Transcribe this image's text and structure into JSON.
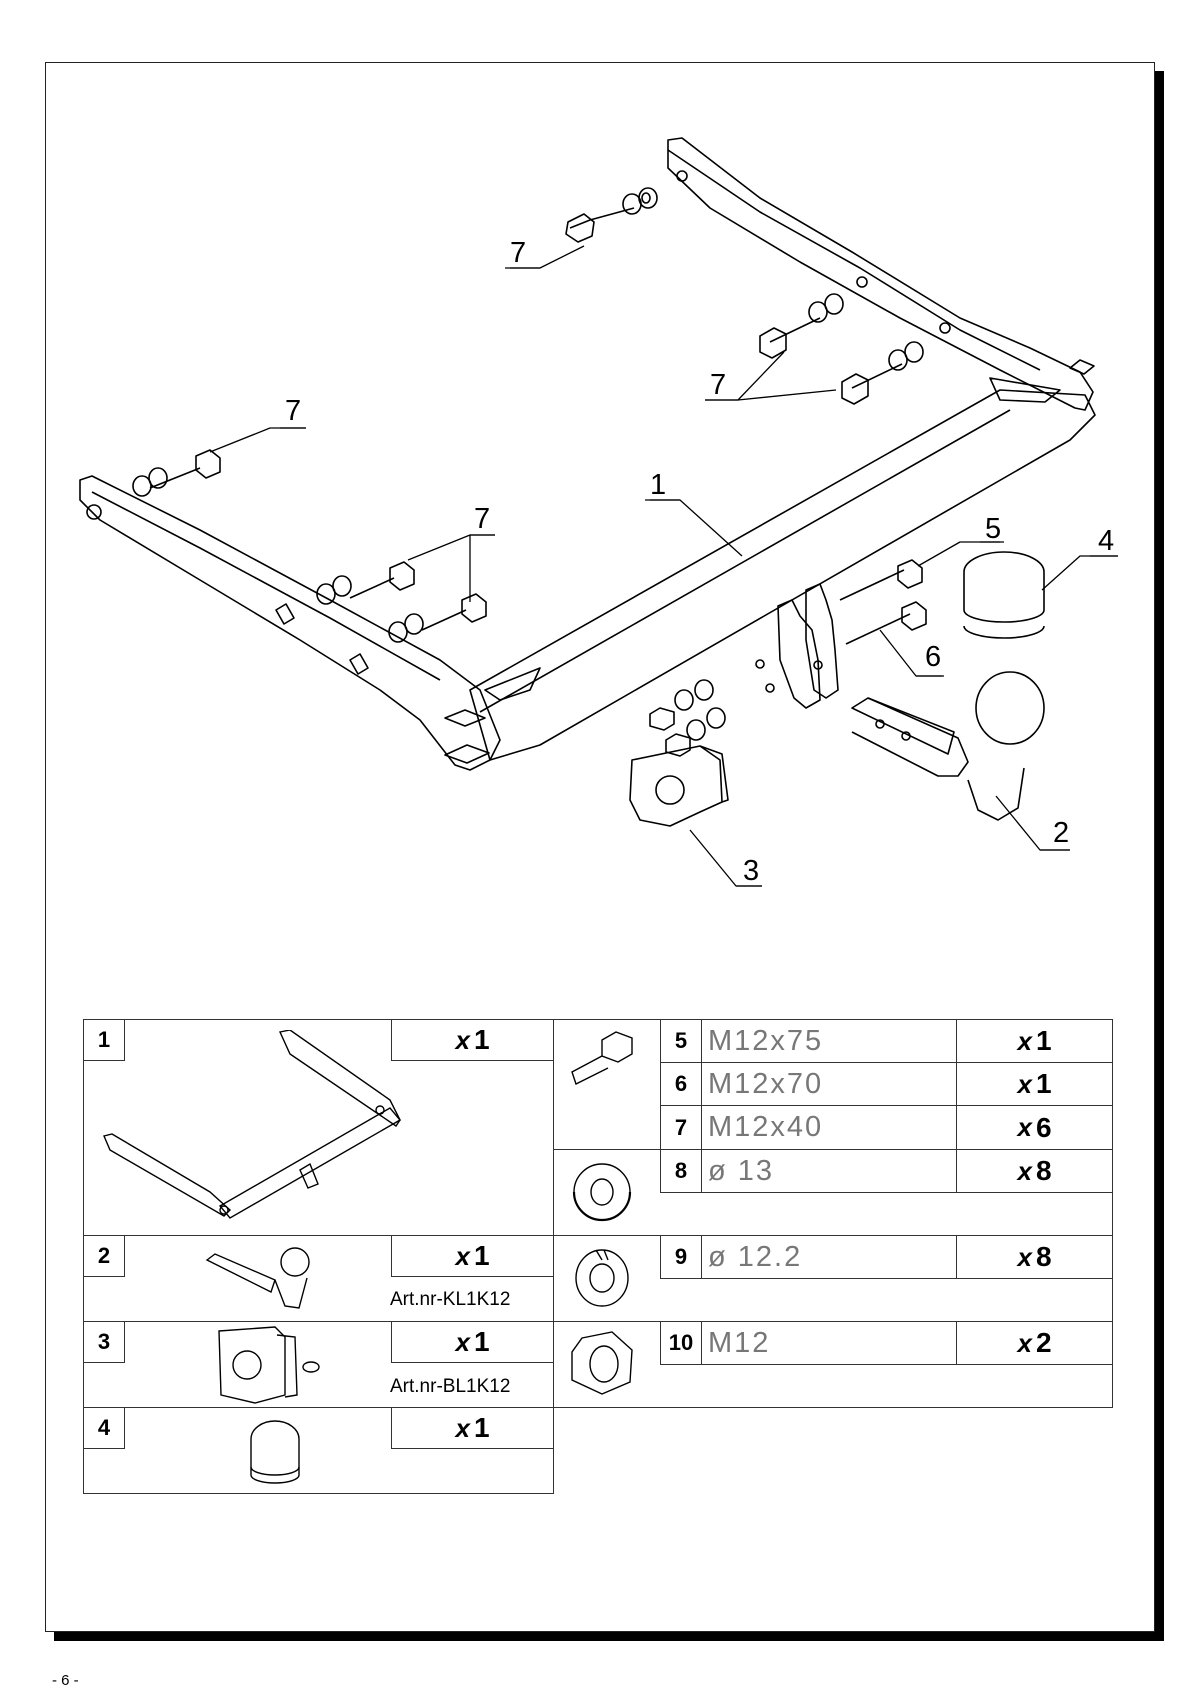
{
  "page": {
    "number": "- 6 -"
  },
  "callouts": [
    "1",
    "2",
    "3",
    "4",
    "5",
    "6",
    "7"
  ],
  "parts": [
    {
      "no": "1",
      "x": "x",
      "qty": "1"
    },
    {
      "no": "2",
      "x": "x",
      "qty": "1",
      "art": "Art.nr-KL1K12"
    },
    {
      "no": "3",
      "x": "x",
      "qty": "1",
      "art": "Art.nr-BL1K12"
    },
    {
      "no": "4",
      "x": "x",
      "qty": "1"
    }
  ],
  "hardware": [
    {
      "no": "5",
      "spec": "M12x75",
      "x": "x",
      "qty": "1"
    },
    {
      "no": "6",
      "spec": "M12x70",
      "x": "x",
      "qty": "1"
    },
    {
      "no": "7",
      "spec": "M12x40",
      "x": "x",
      "qty": "6"
    },
    {
      "no": "8",
      "spec": "ø 13",
      "x": "x",
      "qty": "8"
    },
    {
      "no": "9",
      "spec": "ø 12.2",
      "x": "x",
      "qty": "8"
    },
    {
      "no": "10",
      "spec": "M12",
      "x": "x",
      "qty": "2"
    }
  ],
  "icons": [
    "bolt-icon",
    "washer-icon",
    "spring-washer-icon",
    "hex-nut-icon",
    "crossbar-icon",
    "ball-neck-icon",
    "socket-plate-icon",
    "ball-cover-icon"
  ]
}
